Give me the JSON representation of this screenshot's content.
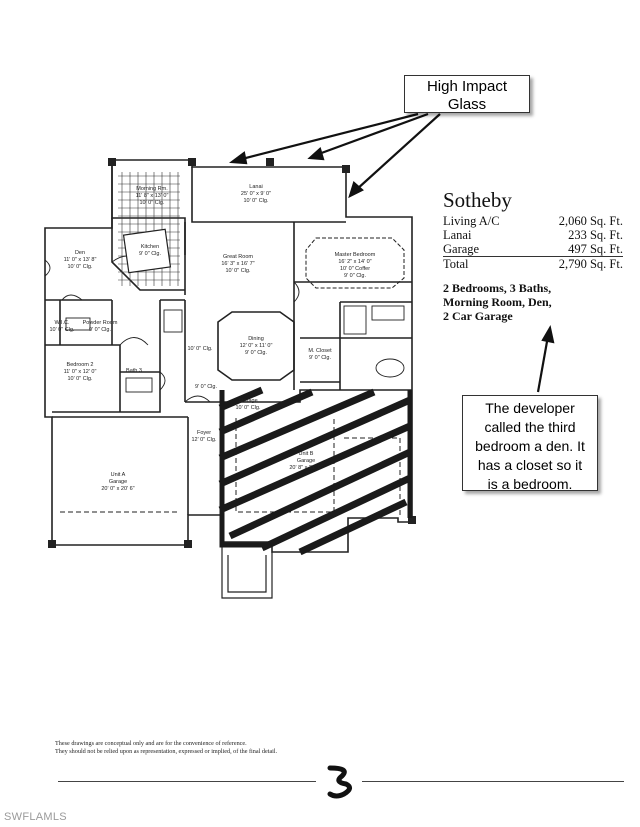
{
  "callouts": {
    "glass": [
      "High Impact",
      "Glass"
    ],
    "developer": [
      "The developer",
      "called the third",
      "bedroom a den. It",
      "has a closet so it",
      "is a bedroom."
    ]
  },
  "model": {
    "name": "Sotheby",
    "areas": [
      {
        "label": "Living A/C",
        "value": "2,060 Sq. Ft."
      },
      {
        "label": "Lanai",
        "value": "233 Sq. Ft."
      },
      {
        "label": "Garage",
        "value": "497 Sq. Ft."
      }
    ],
    "total": {
      "label": "Total",
      "value": "2,790 Sq. Ft."
    },
    "features": [
      "2 Bedrooms, 3 Baths,",
      "Morning Room, Den,",
      "2 Car Garage"
    ]
  },
  "rooms": {
    "lanai": [
      "Lanai",
      "25' 0\" x 9' 0\"",
      "10' 0\" Clg."
    ],
    "morning": [
      "Morning Rm.",
      "11' 8\" x 13' 0\"",
      "10' 0\" Clg."
    ],
    "kitchen": [
      "Kitchen",
      "9' 0\" Clg."
    ],
    "great": [
      "Great Room",
      "16' 3\" x 16' 7\"",
      "10' 0\" Clg."
    ],
    "master": [
      "Master Bedroom",
      "16' 2\" x 14' 0\"",
      "10' 0\" Coffer",
      "9' 0\" Clg."
    ],
    "den": [
      "Den",
      "11' 0\" x 13' 8\"",
      "10' 0\" Clg."
    ],
    "wic": [
      "W.I.C.",
      "10' 0\" Clg."
    ],
    "powder": [
      "Powder Room",
      "9' 0\" Clg."
    ],
    "bedroom2": [
      "Bedroom 2",
      "11' 0\" x 12' 0\"",
      "10' 0\" Clg."
    ],
    "dining": [
      "Dining",
      "12' 0\" x 11' 0\"",
      "9' 0\" Clg."
    ],
    "mcloset": [
      "M. Closet",
      "9' 0\" Clg."
    ],
    "bath3": [
      "Bath 3"
    ],
    "storage": [
      "Storage",
      "10' 0\" Clg."
    ],
    "foyer": [
      "Foyer",
      "12' 0\" Clg."
    ],
    "garage_a": [
      "Unit A",
      "Garage",
      "20' 0\" x 20' 6\""
    ],
    "garage_b": [
      "Unit B",
      "Garage",
      "20' 8\" x 21' 0\""
    ],
    "ceiling_left": [
      "10' 0\" Clg."
    ],
    "ceiling_mid": [
      "9' 0\" Clg."
    ]
  },
  "disclaimer": [
    "These drawings are conceptual only and are for the convenience of reference.",
    "They should not be relied upon as representation, expressed or implied, of the final detail."
  ],
  "watermark": "SWFLAMLS",
  "colors": {
    "ink": "#222222",
    "hatch": "#1a1a1a",
    "callout_border": "#333333"
  }
}
